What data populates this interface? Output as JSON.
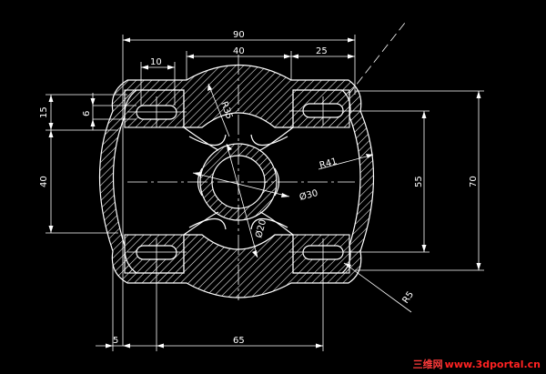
{
  "dimensions": {
    "overall_width": "90",
    "top_center_span": "40",
    "top_right_span": "25",
    "slot_length": "10",
    "left_top_15": "15",
    "left_slot_width": "6",
    "left_40": "40",
    "right_55": "55",
    "right_70": "70",
    "bottom_65": "65",
    "bottom_5": "5",
    "radius_r35": "R35",
    "radius_r41": "R41",
    "diameter_30": "Ø30",
    "diameter_20": "Ø20",
    "radius_r5": "R5"
  },
  "watermark": {
    "cn": "三维网",
    "url": "www.3dportal.cn"
  },
  "colors": {
    "background": "#000000",
    "lines": "#ffffff",
    "watermark": "#ff2222"
  }
}
